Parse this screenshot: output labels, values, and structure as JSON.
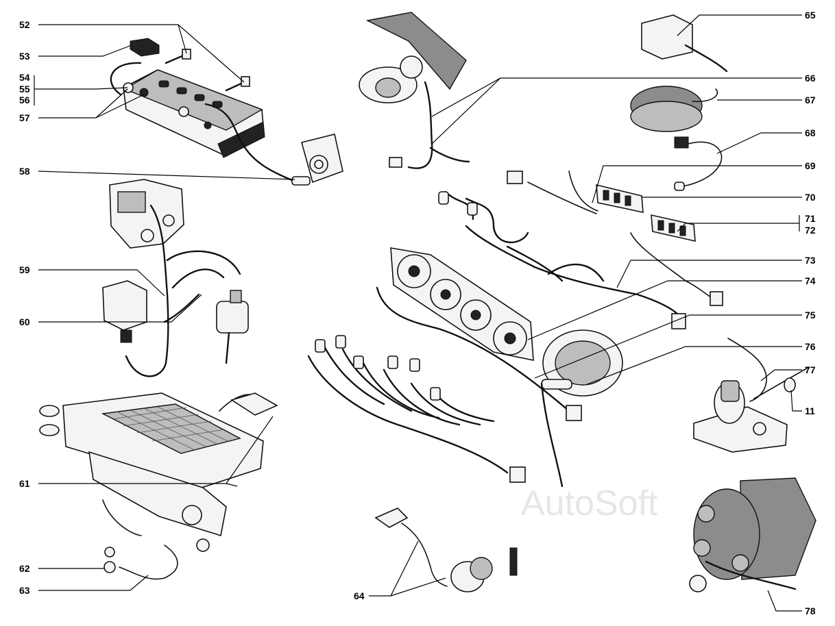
{
  "watermark": "AutoSoft",
  "callouts": [
    {
      "id": "c52",
      "text": "52"
    },
    {
      "id": "c53",
      "text": "53"
    },
    {
      "id": "c54",
      "text": "54"
    },
    {
      "id": "c55",
      "text": "55"
    },
    {
      "id": "c56",
      "text": "56"
    },
    {
      "id": "c57",
      "text": "57"
    },
    {
      "id": "c58",
      "text": "58"
    },
    {
      "id": "c59",
      "text": "59"
    },
    {
      "id": "c60",
      "text": "60"
    },
    {
      "id": "c61",
      "text": "61"
    },
    {
      "id": "c62",
      "text": "62"
    },
    {
      "id": "c63",
      "text": "63"
    },
    {
      "id": "c64",
      "text": "64"
    },
    {
      "id": "c65",
      "text": "65"
    },
    {
      "id": "c66",
      "text": "66"
    },
    {
      "id": "c67",
      "text": "67"
    },
    {
      "id": "c68",
      "text": "68"
    },
    {
      "id": "c69",
      "text": "69"
    },
    {
      "id": "c70",
      "text": "70"
    },
    {
      "id": "c71",
      "text": "71"
    },
    {
      "id": "c72",
      "text": "72"
    },
    {
      "id": "c73",
      "text": "73"
    },
    {
      "id": "c74",
      "text": "74"
    },
    {
      "id": "c75",
      "text": "75"
    },
    {
      "id": "c76",
      "text": "76"
    },
    {
      "id": "c77",
      "text": "77"
    },
    {
      "id": "c11",
      "text": "11"
    },
    {
      "id": "c78",
      "text": "78"
    }
  ]
}
